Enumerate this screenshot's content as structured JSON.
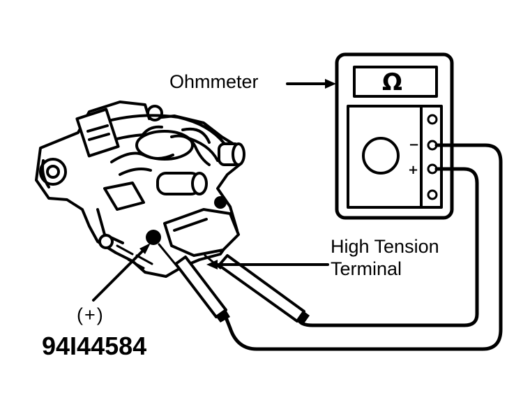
{
  "labels": {
    "ohmmeter": "Ohmmeter",
    "high_tension_line1": "High Tension",
    "high_tension_line2": "Terminal",
    "polarity_plus": "(+)",
    "figure_id": "94I44584"
  },
  "meter": {
    "display_symbol": "Ω",
    "minus_terminal": "−",
    "plus_terminal": "+"
  },
  "icons": {
    "meter": "ohmmeter-icon",
    "distributor": "distributor-icon",
    "probe": "test-probe-icon"
  },
  "colors": {
    "ink": "#000000",
    "paper": "#ffffff"
  }
}
